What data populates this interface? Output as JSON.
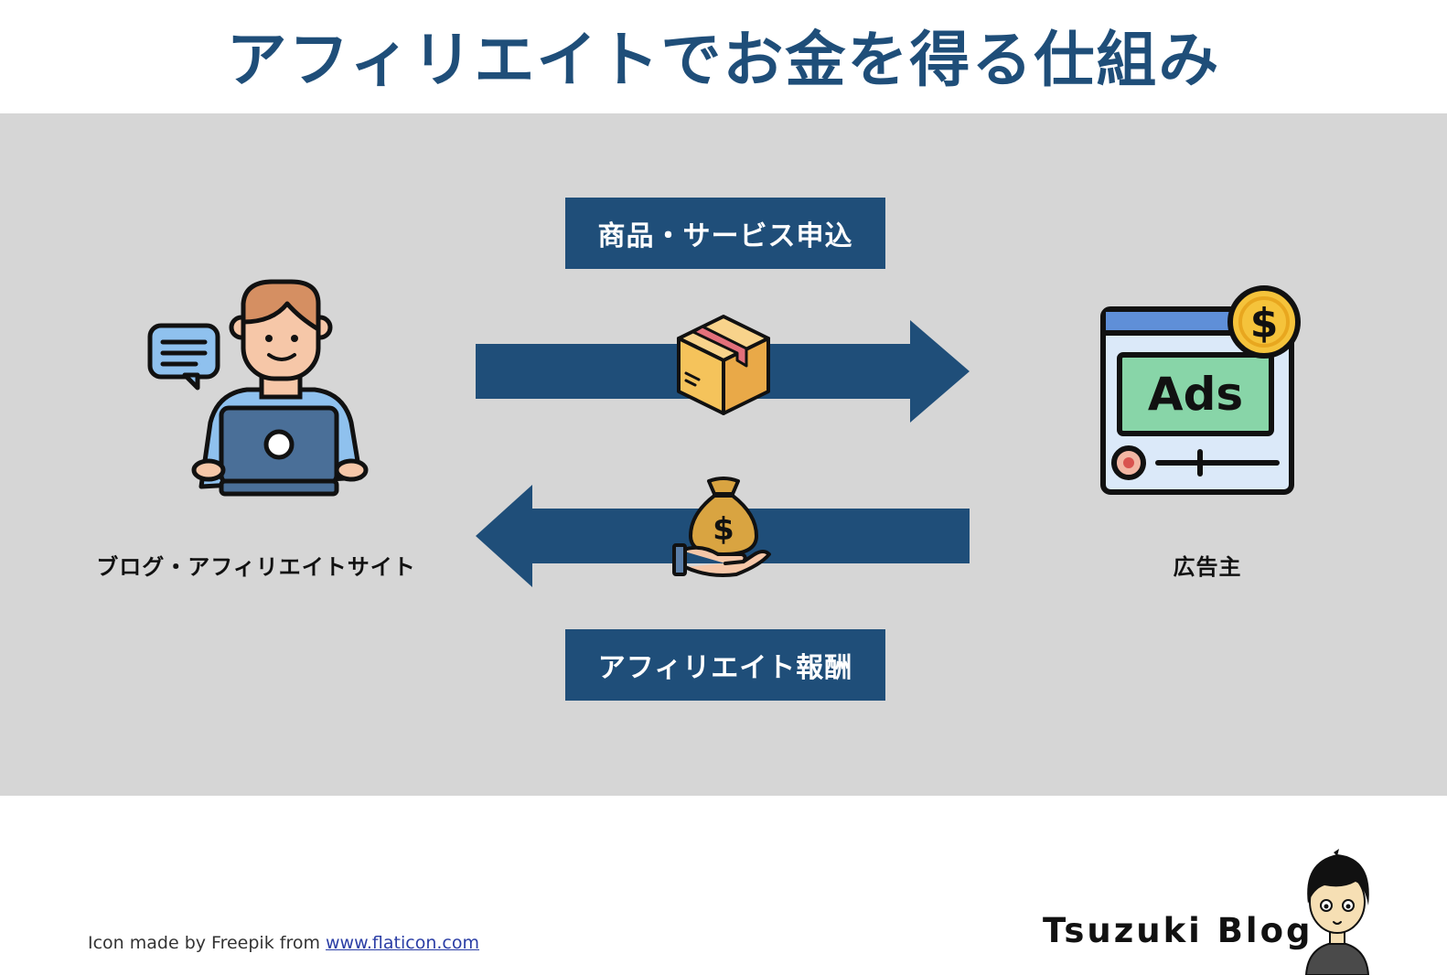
{
  "title": "アフィリエイトでお金を得る仕組み",
  "flow": {
    "top_label": "商品・サービス申込",
    "bottom_label": "アフィリエイト報酬",
    "top_icon": "cardboard-box-icon",
    "bottom_icon": "money-bag-hand-icon"
  },
  "left_actor": {
    "label": "ブログ・アフィリエイトサイト",
    "icon": "blogger-laptop-icon"
  },
  "right_actor": {
    "label": "広告主",
    "icon": "ads-browser-icon",
    "ads_text": "Ads",
    "coin_symbol": "$"
  },
  "money_bag_symbol": "$",
  "footer": {
    "credit_prefix": "Icon made by ",
    "credit_author": "Freepik",
    "credit_middle": " from ",
    "credit_link": "www.flaticon.com",
    "blog_name": "Tsuzuki Blog"
  },
  "colors": {
    "navy": "#1f4e79",
    "panel_gray": "#d6d6d6",
    "ads_green": "#88d5a8",
    "coin_yellow": "#f5c33b",
    "skin": "#f6c7a8",
    "hair": "#d58f62",
    "shirt_blue": "#8fc1ee",
    "laptop": "#4a6f98"
  }
}
